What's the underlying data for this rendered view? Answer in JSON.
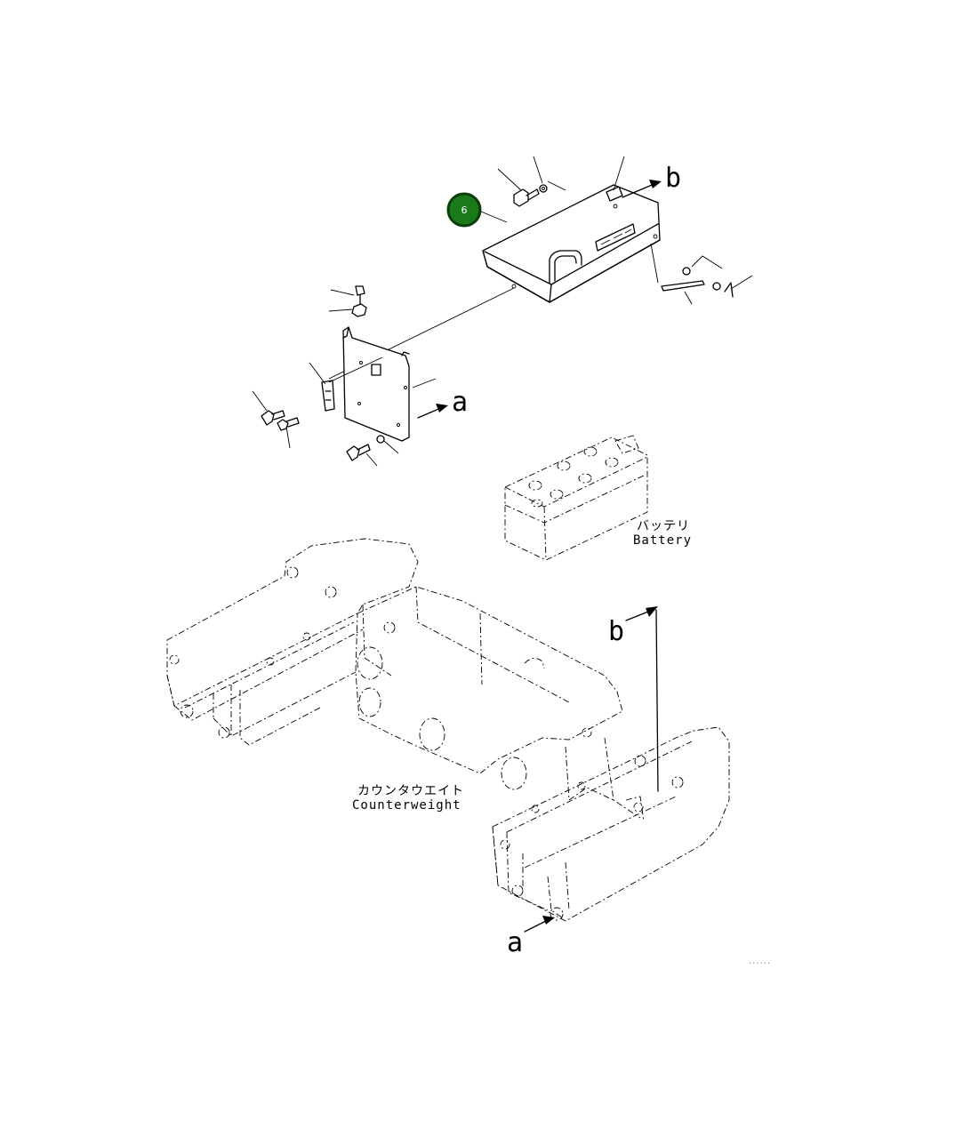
{
  "callout": {
    "number": "6",
    "color": "#1a7a1a",
    "ring": "#0a3d0a"
  },
  "labels": {
    "ref_b_top": "b",
    "ref_a_bracket": "a",
    "ref_b_counterweight": "b",
    "ref_a_counterweight": "a"
  },
  "battery": {
    "label_jp": "バッテリ",
    "label_en": "Battery"
  },
  "counterweight": {
    "label_jp": "カウンタウエイト",
    "label_en": "Counterweight"
  },
  "footer_ref": "......"
}
